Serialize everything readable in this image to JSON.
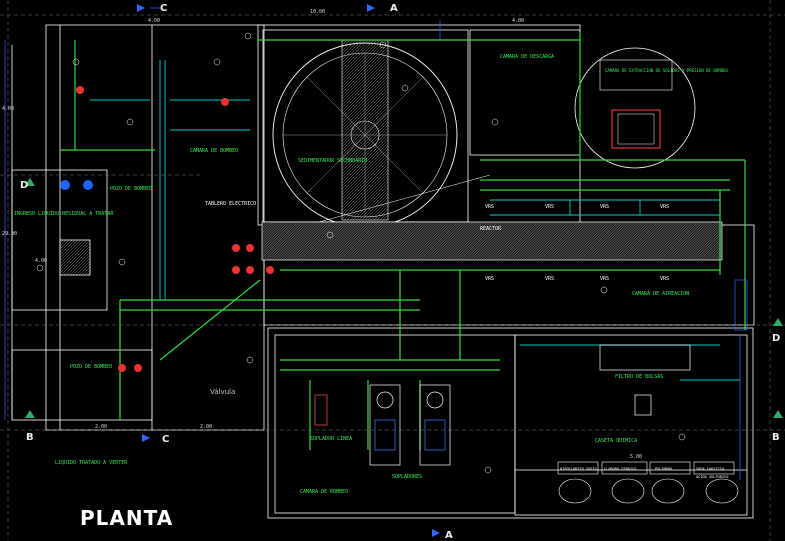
{
  "title": "PLANTA",
  "section_marks": {
    "a_top": "A",
    "a_bottom": "A",
    "b_left": "B",
    "b_right": "B",
    "c_top": "C",
    "c_bottom": "C",
    "d_left": "D",
    "d_right": "D"
  },
  "dimensions": {
    "top_left": "4.00",
    "top_mid": "10.00",
    "top_right": "4.00",
    "left_total": "29.90",
    "left_upper": "4.00",
    "left_mid": "4.00",
    "bottom_a": "2.00",
    "bottom_b": "2.00",
    "bottom_c": "5.00"
  },
  "rooms": {
    "clarifier_label": "SEDIMENTADOR SECUNDARIO",
    "tank_top_right": "CAMARA DE DESCARGA",
    "extraction_box": "CAMARA DE EXTRACCION DE SOLIDOS Y PRESION DE BOMBEO",
    "bombeo_chamber": "CAMARA DE BOMBEO",
    "pozo_bombeo_upper": "POZO DE BOMBEO",
    "pozo_bombeo_lower": "POZO DE BOMBEO",
    "aeration": "CAMARA DE AIREACION",
    "quimica": "CASETA QUIMICA",
    "sopladores_a": "SOPLADOR LINEA",
    "sopladores_b": "SOPLADORES",
    "cuarto_ctrl": "CAMARA DE BOMBEO",
    "filtro": "FILTRO DE BOLSAS",
    "influent_left": "INGRESO LIQUIDO RESIDUAL A TRATAR",
    "effluent_left": "LIQUIDO TRATADO A VERTER",
    "tablero": "TABLERO ELECTRICO",
    "reactor_label": "REACTOR"
  },
  "valve_label": "Válvula",
  "pipe_tags": [
    "VRS",
    "VRS",
    "VRS",
    "VRS",
    "VRS",
    "VRS",
    "VRS",
    "VRS"
  ],
  "tanks_legend": [
    "HIPOCLORITO SODIO",
    "CLORURO FERRICO",
    "POLIMERO",
    "SODA CAUSTICA",
    "ACIDO SULFURICO"
  ]
}
